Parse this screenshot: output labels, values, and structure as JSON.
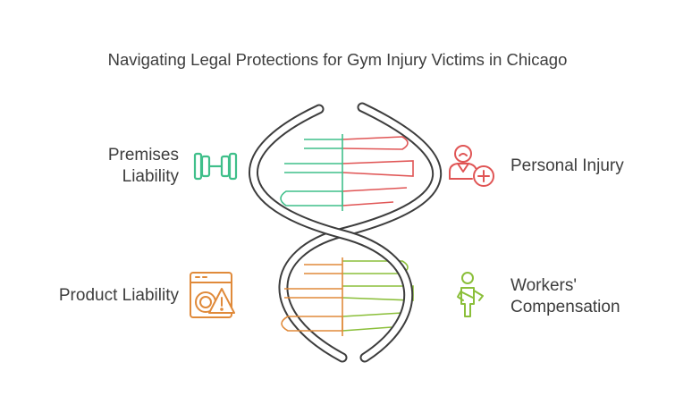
{
  "title": "Navigating Legal Protections for Gym Injury Victims in Chicago",
  "items": [
    {
      "lines": [
        "Premises",
        "Liability"
      ],
      "icon": "dumbbell-icon",
      "color": "#3fbf8a"
    },
    {
      "lines": [
        "Personal Injury"
      ],
      "icon": "injured-person-icon",
      "color": "#e05555"
    },
    {
      "lines": [
        "Product Liability"
      ],
      "icon": "product-warning-icon",
      "color": "#e08a3a"
    },
    {
      "lines": [
        "Workers'",
        "Compensation"
      ],
      "icon": "worker-injury-icon",
      "color": "#8bbf3a"
    }
  ],
  "colors": {
    "helix": "#3d3d3d",
    "helix_fill": "#ffffff"
  }
}
